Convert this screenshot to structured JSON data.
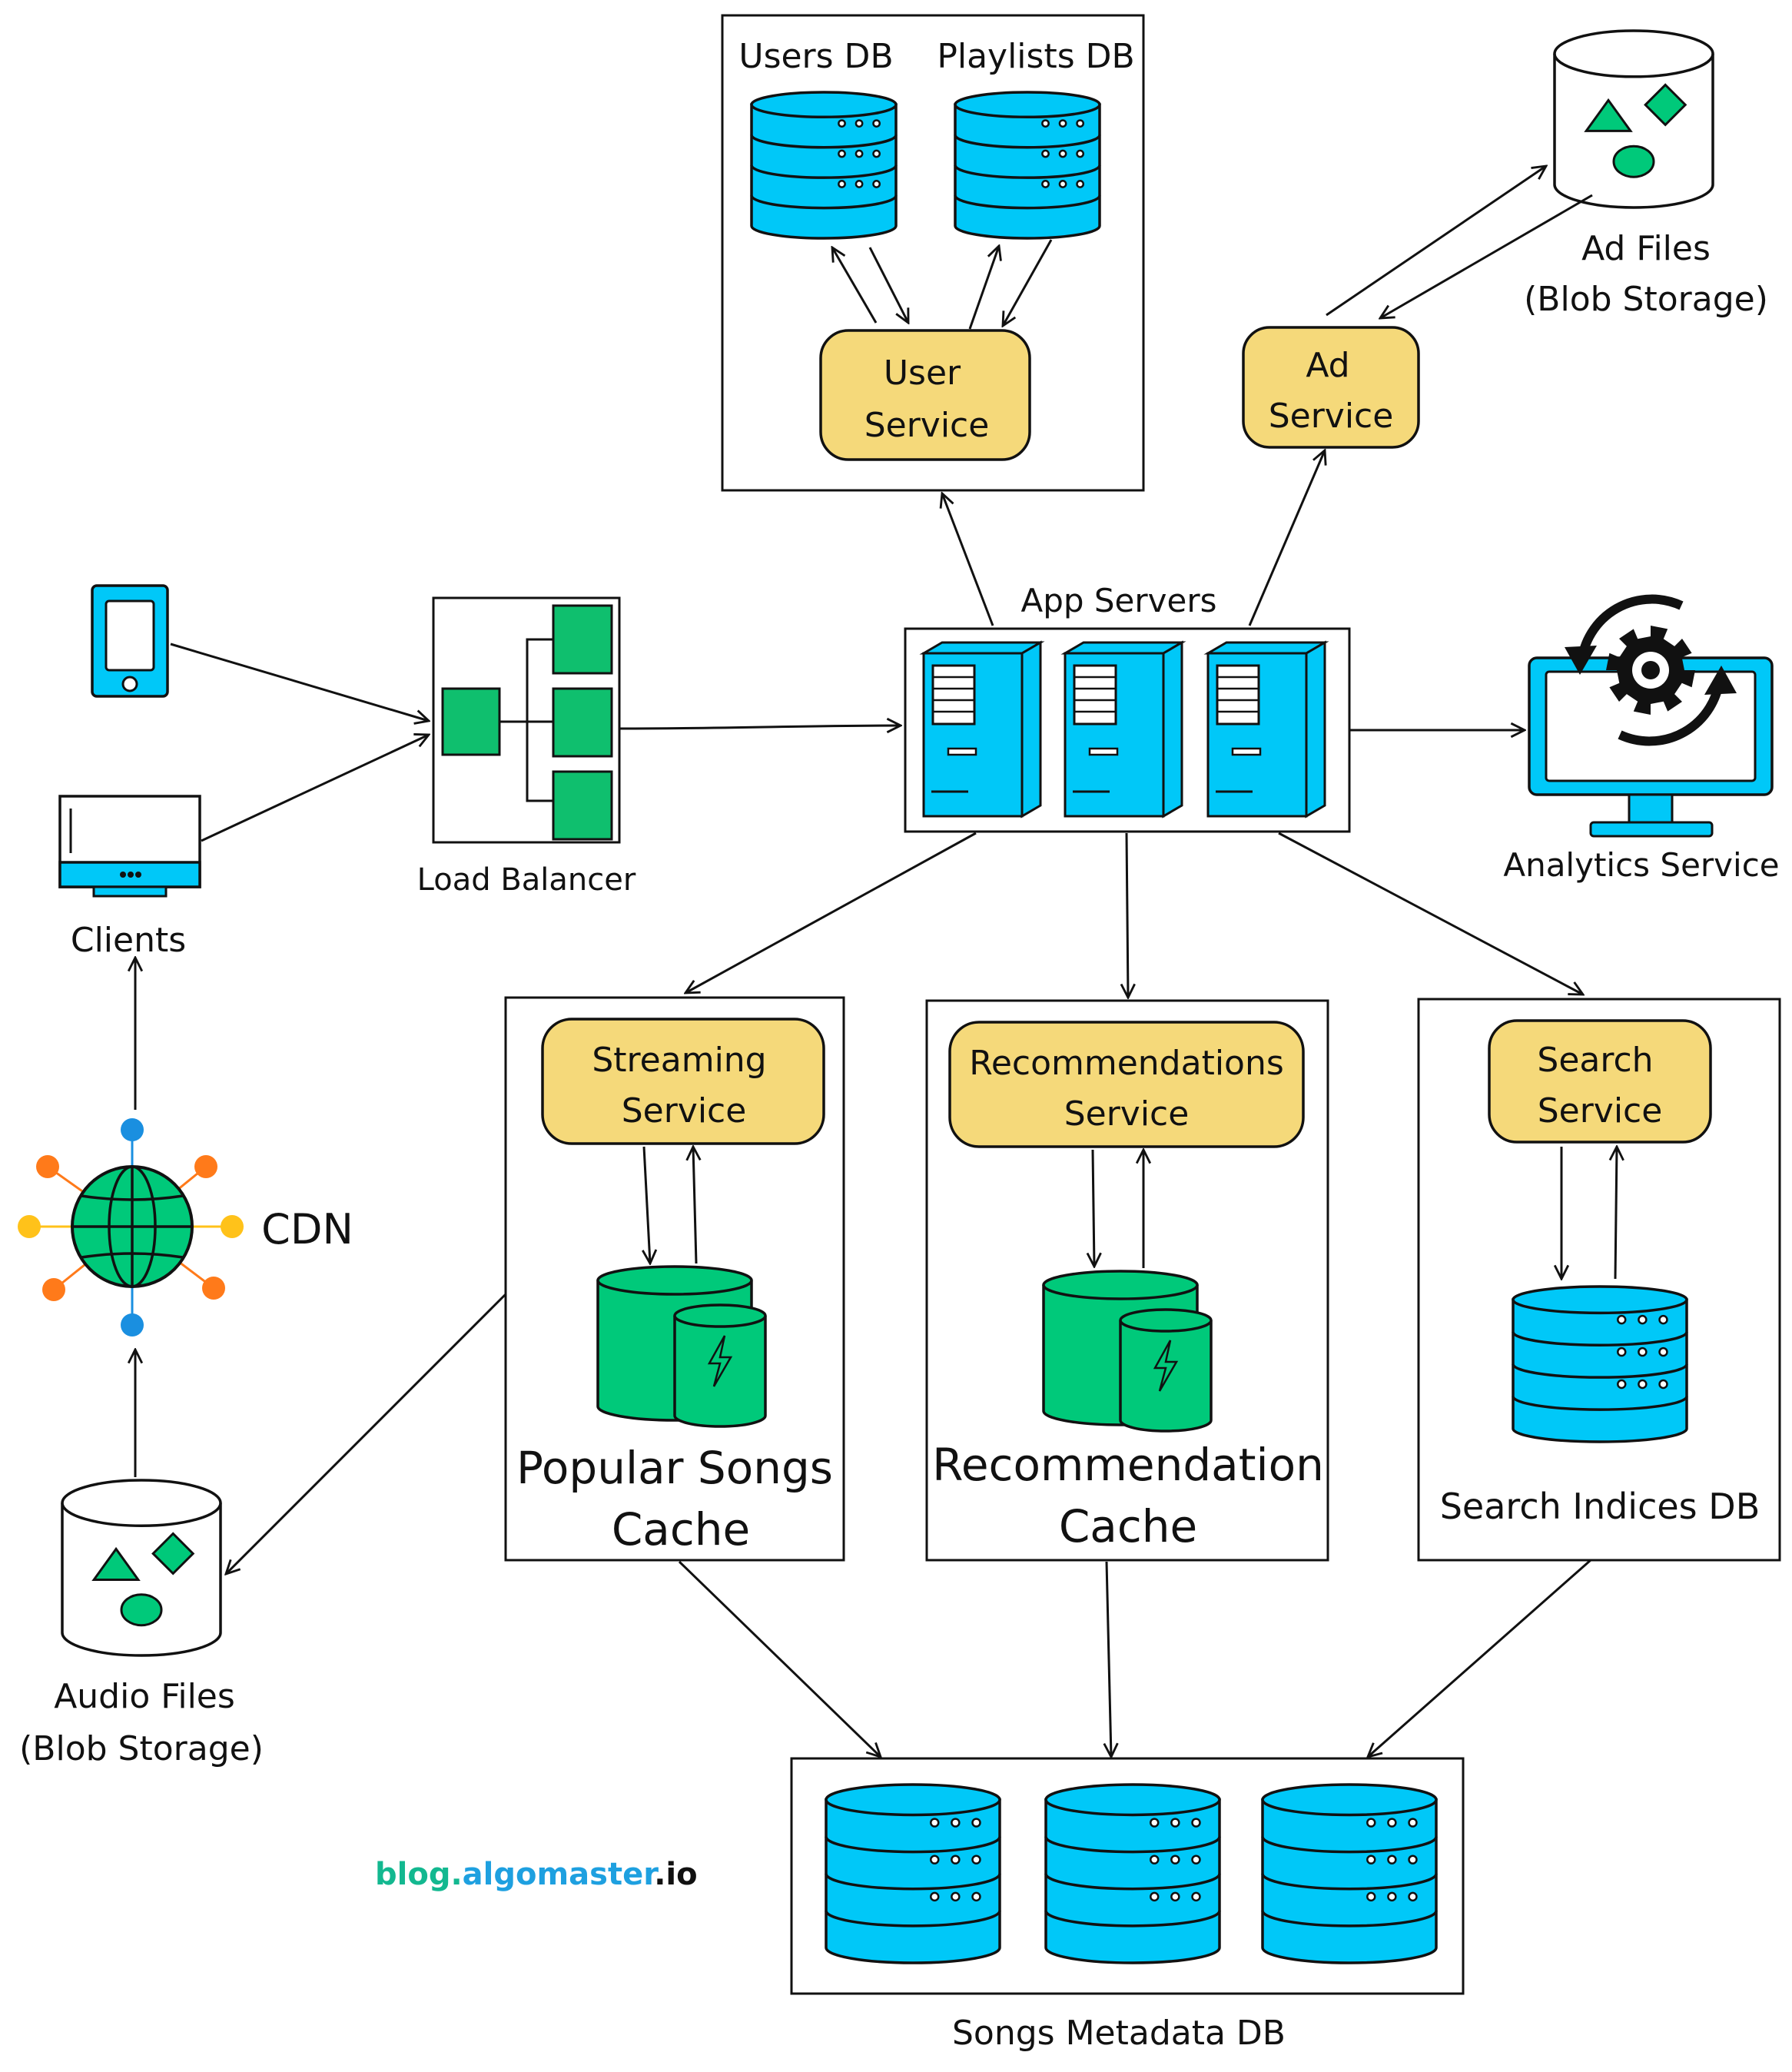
{
  "colors": {
    "db_blue": "#00c8f8",
    "cache_green": "#00c97a",
    "lb_green": "#0fbf6e",
    "service_yellow": "#f5d97a",
    "cdn_orange": "#ff7a1a",
    "cdn_yellow": "#ffc21a",
    "cdn_blue": "#1a8fe0",
    "brand_green": "#13b890",
    "brand_blue": "#1ea0e0"
  },
  "labels": {
    "users_db": "Users DB",
    "playlists_db": "Playlists DB",
    "user_service_1": "User",
    "user_service_2": "Service",
    "ad_files_1": "Ad Files",
    "ad_files_2": "(Blob Storage)",
    "ad_service_1": "Ad",
    "ad_service_2": "Service",
    "app_servers": "App Servers",
    "load_balancer": "Load Balancer",
    "analytics_service": "Analytics Service",
    "clients": "Clients",
    "cdn": "CDN",
    "streaming_service_1": "Streaming",
    "streaming_service_2": "Service",
    "popular_cache_1": "Popular Songs",
    "popular_cache_2": "Cache",
    "recommendations_service_1": "Recommendations",
    "recommendations_service_2": "Service",
    "recommendation_cache_1": "Recommendation",
    "recommendation_cache_2": "Cache",
    "search_service_1": "Search",
    "search_service_2": "Service",
    "search_indices_db": "Search Indices DB",
    "audio_files_1": "Audio Files",
    "audio_files_2": "(Blob Storage)",
    "songs_metadata_db": "Songs Metadata DB"
  },
  "brand": {
    "part1": "blog.",
    "part2": "algomaster",
    "part3": ".io"
  }
}
